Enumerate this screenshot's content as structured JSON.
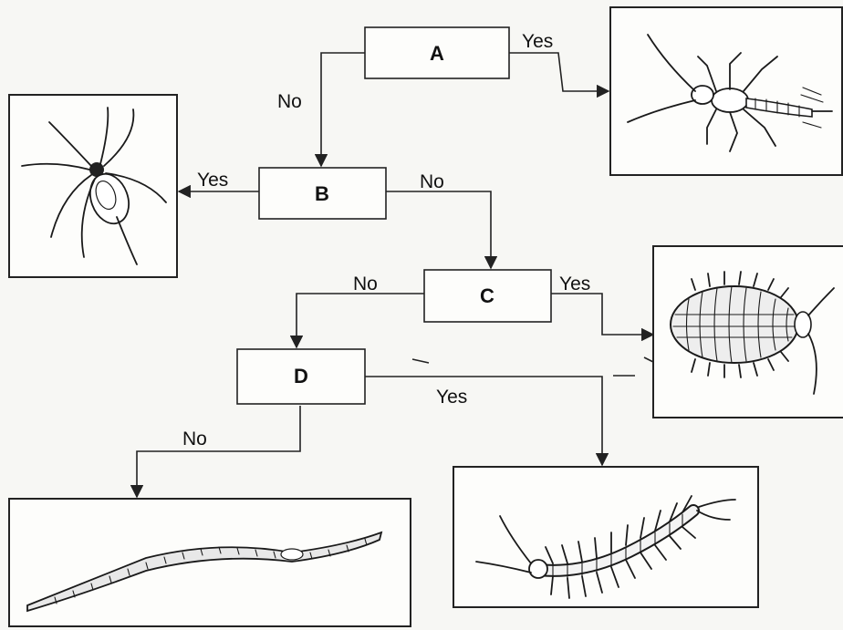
{
  "nodes": {
    "a": {
      "label": "A"
    },
    "b": {
      "label": "B"
    },
    "c": {
      "label": "C"
    },
    "d": {
      "label": "D"
    }
  },
  "edges": {
    "a_yes": "Yes",
    "a_no": "No",
    "b_yes": "Yes",
    "b_no": "No",
    "c_yes": "Yes",
    "c_no": "No",
    "d_yes": "Yes",
    "d_no": "No"
  },
  "outcomes": {
    "a_yes_icon": "insect-icon",
    "b_yes_icon": "spider-icon",
    "c_yes_icon": "woodlouse-icon",
    "d_yes_icon": "centipede-icon",
    "d_no_icon": "earthworm-icon"
  }
}
